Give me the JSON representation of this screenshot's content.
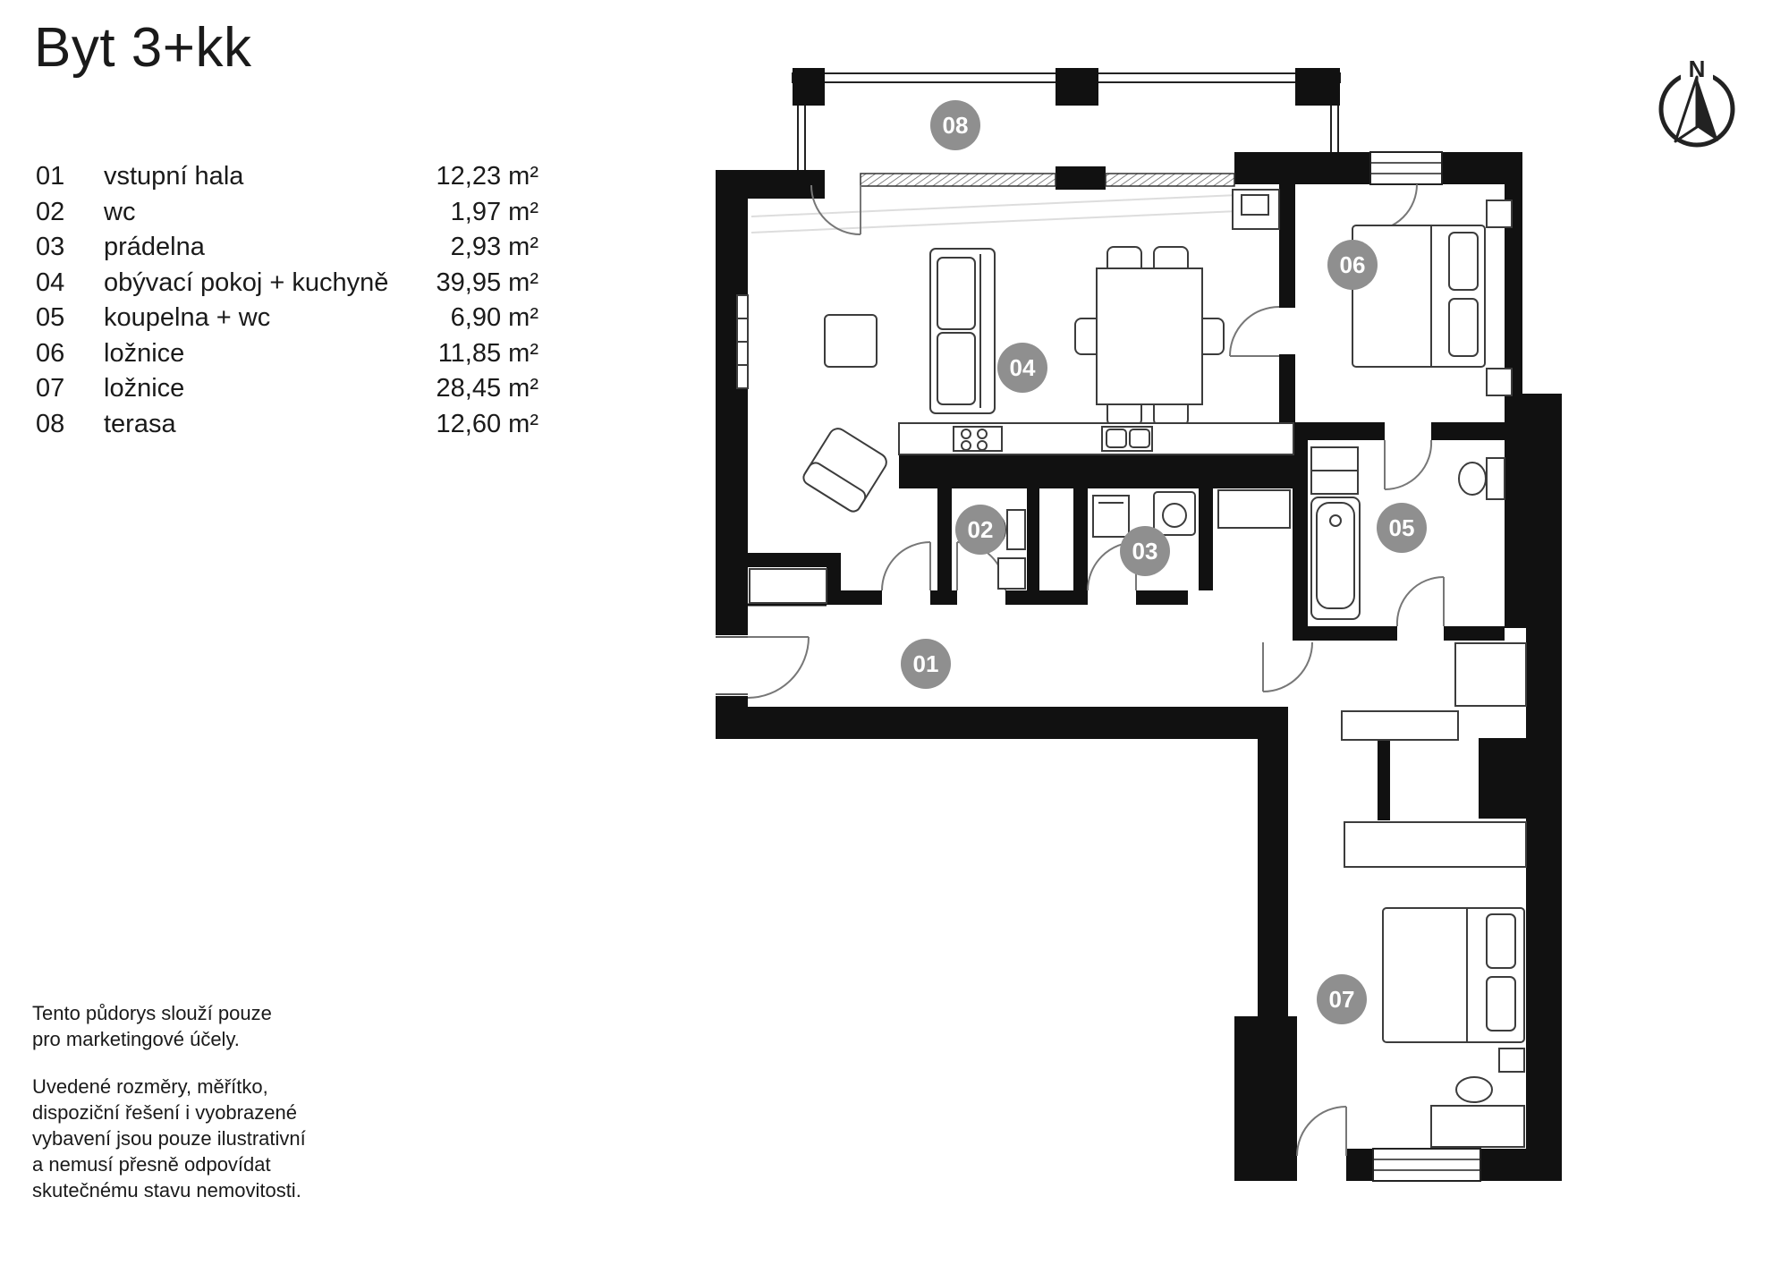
{
  "title": "Byt 3+kk",
  "legend": {
    "rooms": [
      {
        "num": "01",
        "name": "vstupní hala",
        "area": "12,23 m²"
      },
      {
        "num": "02",
        "name": "wc",
        "area": "1,97 m²"
      },
      {
        "num": "03",
        "name": "prádelna",
        "area": "2,93 m²"
      },
      {
        "num": "04",
        "name": "obývací pokoj + kuchyně",
        "area": "39,95 m²"
      },
      {
        "num": "05",
        "name": "koupelna + wc",
        "area": "6,90 m²"
      },
      {
        "num": "06",
        "name": "ložnice",
        "area": "11,85 m²"
      },
      {
        "num": "07",
        "name": "ložnice",
        "area": "28,45 m²"
      },
      {
        "num": "08",
        "name": "terasa",
        "area": "12,60 m²"
      }
    ]
  },
  "plan": {
    "badges": [
      {
        "label": "01"
      },
      {
        "label": "02"
      },
      {
        "label": "03"
      },
      {
        "label": "04"
      },
      {
        "label": "05"
      },
      {
        "label": "06"
      },
      {
        "label": "07"
      },
      {
        "label": "08"
      }
    ]
  },
  "compass": {
    "label": "N"
  },
  "disclaimer": {
    "p1": "Tento půdorys slouží pouze\npro marketingové účely.",
    "p2": "Uvedené rozměry, měřítko,\ndispoziční řešení i vyobrazené\nvybavení jsou pouze ilustrativní\na nemusí přesně odpovídat\nskutečnému stavu nemovitosti."
  },
  "colors": {
    "wall": "#111111",
    "badge": "#8f8f8f",
    "badge_text": "#ffffff"
  }
}
